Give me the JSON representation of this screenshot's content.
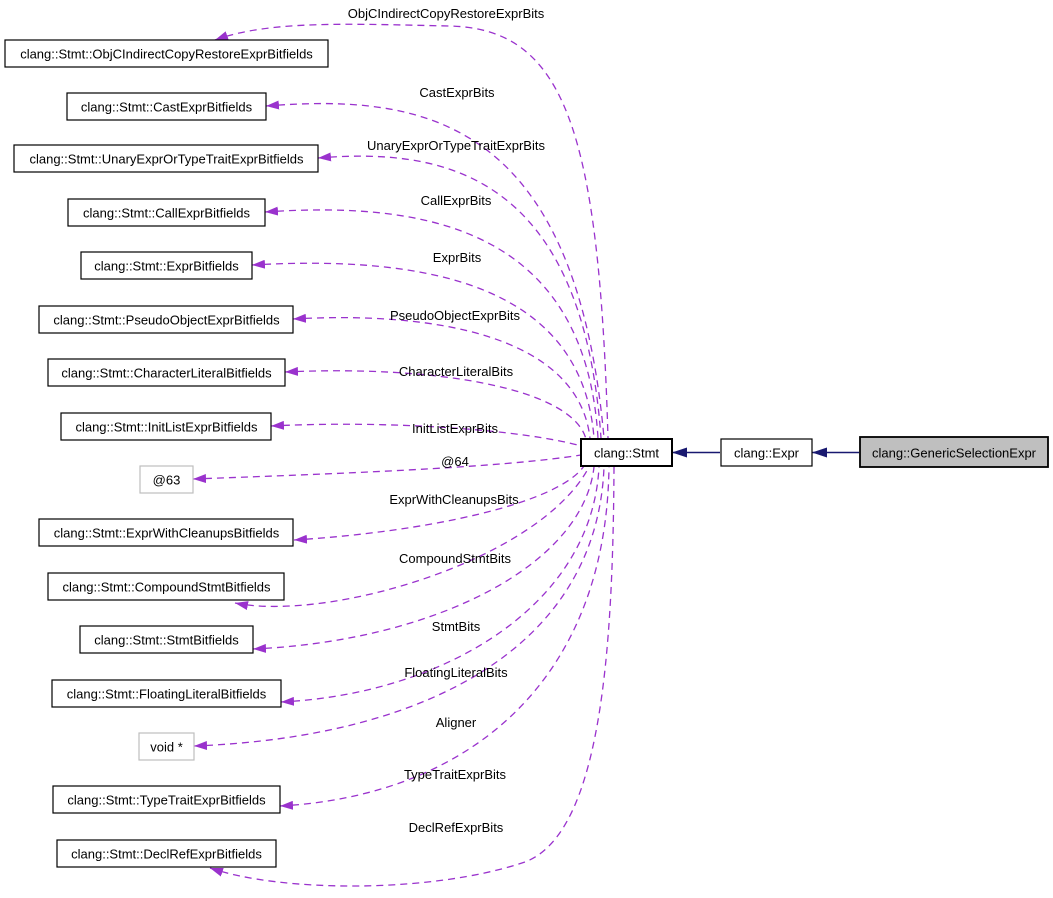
{
  "nodes": {
    "left": [
      {
        "label": "clang::Stmt::ObjCIndirectCopyRestoreExprBitfields"
      },
      {
        "label": "clang::Stmt::CastExprBitfields"
      },
      {
        "label": "clang::Stmt::UnaryExprOrTypeTraitExprBitfields"
      },
      {
        "label": "clang::Stmt::CallExprBitfields"
      },
      {
        "label": "clang::Stmt::ExprBitfields"
      },
      {
        "label": "clang::Stmt::PseudoObjectExprBitfields"
      },
      {
        "label": "clang::Stmt::CharacterLiteralBitfields"
      },
      {
        "label": "clang::Stmt::InitListExprBitfields"
      },
      {
        "label": "@63"
      },
      {
        "label": "clang::Stmt::ExprWithCleanupsBitfields"
      },
      {
        "label": "clang::Stmt::CompoundStmtBitfields"
      },
      {
        "label": "clang::Stmt::StmtBitfields"
      },
      {
        "label": "clang::Stmt::FloatingLiteralBitfields"
      },
      {
        "label": "void *"
      },
      {
        "label": "clang::Stmt::TypeTraitExprBitfields"
      },
      {
        "label": "clang::Stmt::DeclRefExprBitfields"
      }
    ],
    "stmt": {
      "label": "clang::Stmt"
    },
    "expr": {
      "label": "clang::Expr"
    },
    "generic_selection_expr": {
      "label": "clang::GenericSelectionExpr"
    }
  },
  "edge_labels": [
    "ObjCIndirectCopyRestoreExprBits",
    "CastExprBits",
    "UnaryExprOrTypeTraitExprBits",
    "CallExprBits",
    "ExprBits",
    "PseudoObjectExprBits",
    "CharacterLiteralBits",
    "InitListExprBits",
    "@64",
    "ExprWithCleanupsBits",
    "CompoundStmtBits",
    "StmtBits",
    "FloatingLiteralBits",
    "Aligner",
    "TypeTraitExprBits",
    "DeclRefExprBits"
  ],
  "colors": {
    "dashed_edge": "#9a32cd",
    "solid_edge": "#191970",
    "node_border": "#000000",
    "anon_node_border": "#bebebe",
    "current_node_fill": "#bfbfbf",
    "node_fill": "#ffffff",
    "background": "#ffffff"
  }
}
